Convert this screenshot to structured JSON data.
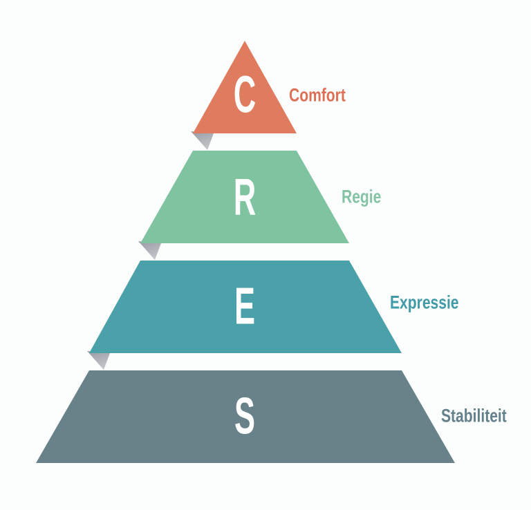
{
  "pyramid": {
    "levels": [
      {
        "letter": "C",
        "label": "Comfort",
        "color": "#DF7B5E",
        "label_color": "#DC6F56"
      },
      {
        "letter": "R",
        "label": "Regie",
        "color": "#80C3A1",
        "label_color": "#84C3A4"
      },
      {
        "letter": "E",
        "label": "Expressie",
        "color": "#4BA1AA",
        "label_color": "#419BA7"
      },
      {
        "letter": "S",
        "label": "Stabiliteit",
        "color": "#69828A",
        "label_color": "#64808B"
      }
    ],
    "letter_color": "#FFFFFF",
    "fold_colors": [
      "#999BA3",
      "#C2C4CA"
    ],
    "background_color": "#FCFDFD"
  }
}
